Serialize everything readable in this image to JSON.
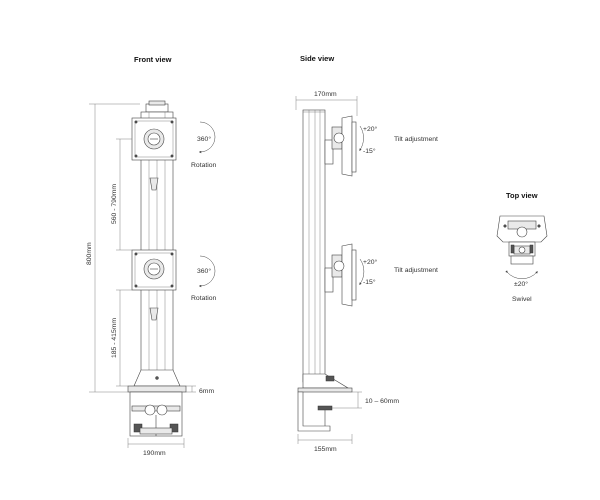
{
  "views": {
    "front": {
      "title": "Front view"
    },
    "side": {
      "title": "Side view"
    },
    "top": {
      "title": "Top view"
    }
  },
  "labels": {
    "rotation_angle": "360°",
    "rotation": "Rotation",
    "tilt_up": "+20°",
    "tilt_down": "-15°",
    "tilt_adjustment": "Tilt adjustment",
    "swivel_angle": "±20°",
    "swivel": "Swivel"
  },
  "dimensions": {
    "height": "800mm",
    "upper_range": "560 - 790mm",
    "lower_range": "185 - 415mm",
    "base_plate": "6mm",
    "front_width": "190mm",
    "side_top_width": "170mm",
    "clamp_range": "10 – 60mm",
    "side_bottom_width": "155mm"
  },
  "colors": {
    "line": "#444444",
    "fill": "#e9e9e9"
  }
}
